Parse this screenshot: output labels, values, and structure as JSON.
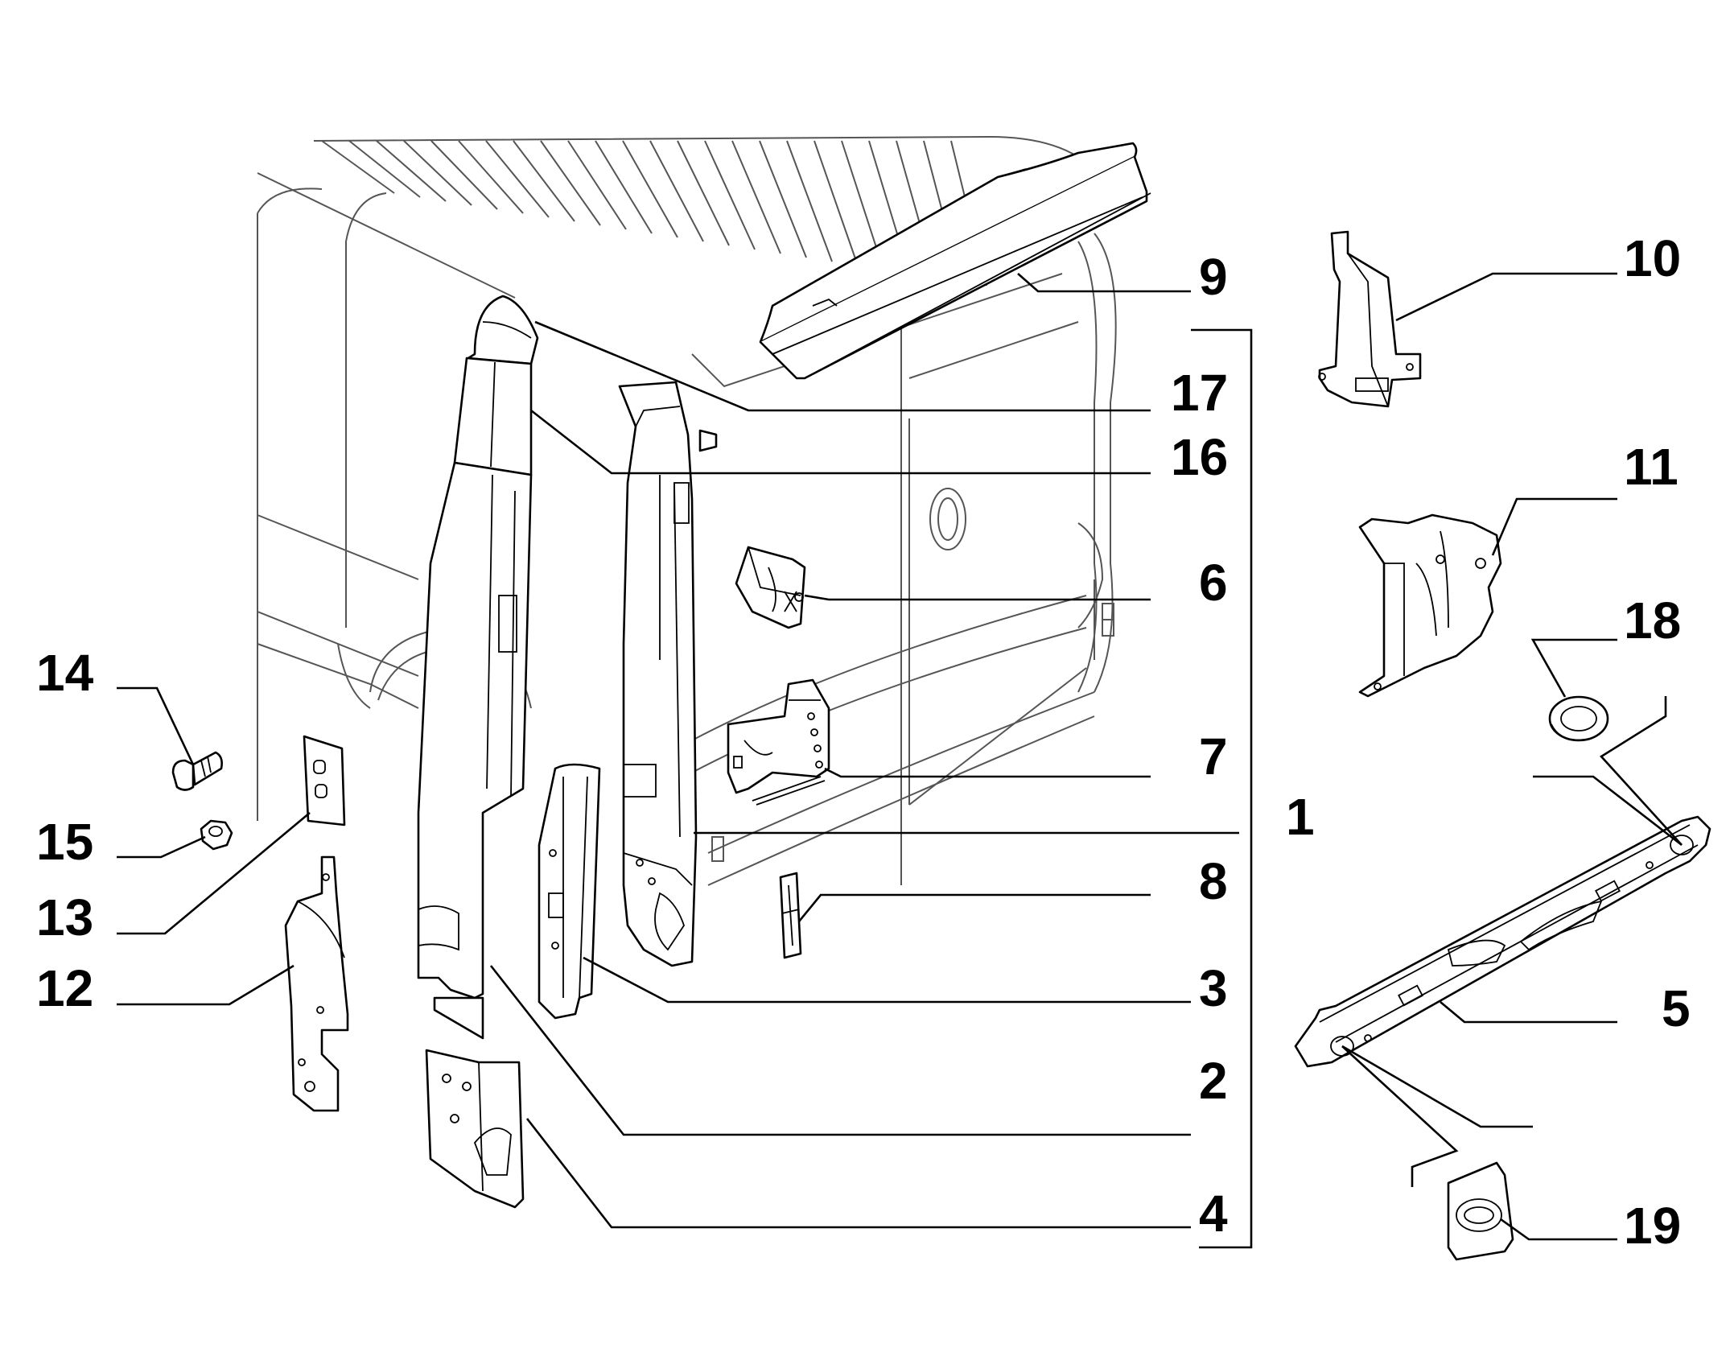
{
  "callouts": [
    {
      "id": "p9",
      "label": "9"
    },
    {
      "id": "p10",
      "label": "10"
    },
    {
      "id": "p17",
      "label": "17"
    },
    {
      "id": "p16",
      "label": "16"
    },
    {
      "id": "p11",
      "label": "11"
    },
    {
      "id": "p6",
      "label": "6"
    },
    {
      "id": "p18",
      "label": "18"
    },
    {
      "id": "p14",
      "label": "14"
    },
    {
      "id": "p7",
      "label": "7"
    },
    {
      "id": "p1",
      "label": "1"
    },
    {
      "id": "p15",
      "label": "15"
    },
    {
      "id": "p8",
      "label": "8"
    },
    {
      "id": "p13",
      "label": "13"
    },
    {
      "id": "p5",
      "label": "5"
    },
    {
      "id": "p12",
      "label": "12"
    },
    {
      "id": "p3",
      "label": "3"
    },
    {
      "id": "p2",
      "label": "2"
    },
    {
      "id": "p4",
      "label": "4"
    },
    {
      "id": "p19",
      "label": "19"
    }
  ]
}
